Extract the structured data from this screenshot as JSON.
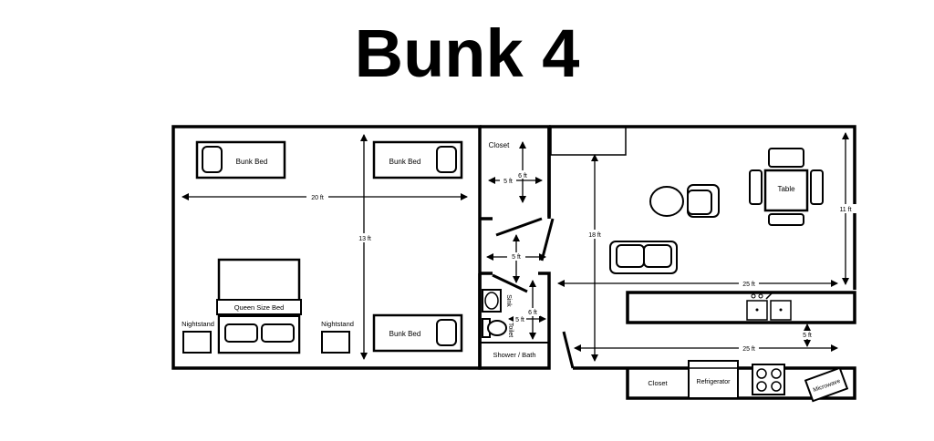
{
  "title": "Bunk 4",
  "rooms": {
    "bedroom": {
      "bunk_bed_1": "Bunk Bed",
      "bunk_bed_2": "Bunk Bed",
      "bunk_bed_3": "Bunk Bed",
      "queen_bed": "Queen Size Bed",
      "nightstand_left": "Nightstand",
      "nightstand_right": "Nightstand",
      "width_dim": "20 ft",
      "depth_dim": "13 ft"
    },
    "closet": {
      "label": "Closet",
      "depth_dim": "6 ft",
      "width_dim": "5 ft"
    },
    "hall": {
      "width_dim": "5 ft"
    },
    "bathroom": {
      "sink": "Sink",
      "toilet": "Toilet",
      "shower": "Shower / Bath",
      "depth_dim": "6 ft",
      "width_dim": "5 ft"
    },
    "living": {
      "table": "Table",
      "length_dim": "18 ft",
      "height_dim": "11 ft",
      "width_dim_upper": "25 ft",
      "width_dim_lower": "25 ft",
      "aisle_dim": "5 ft"
    },
    "kitchen": {
      "closet": "Closet",
      "refrigerator": "Refrigerator",
      "microwave": "Microwave"
    }
  }
}
